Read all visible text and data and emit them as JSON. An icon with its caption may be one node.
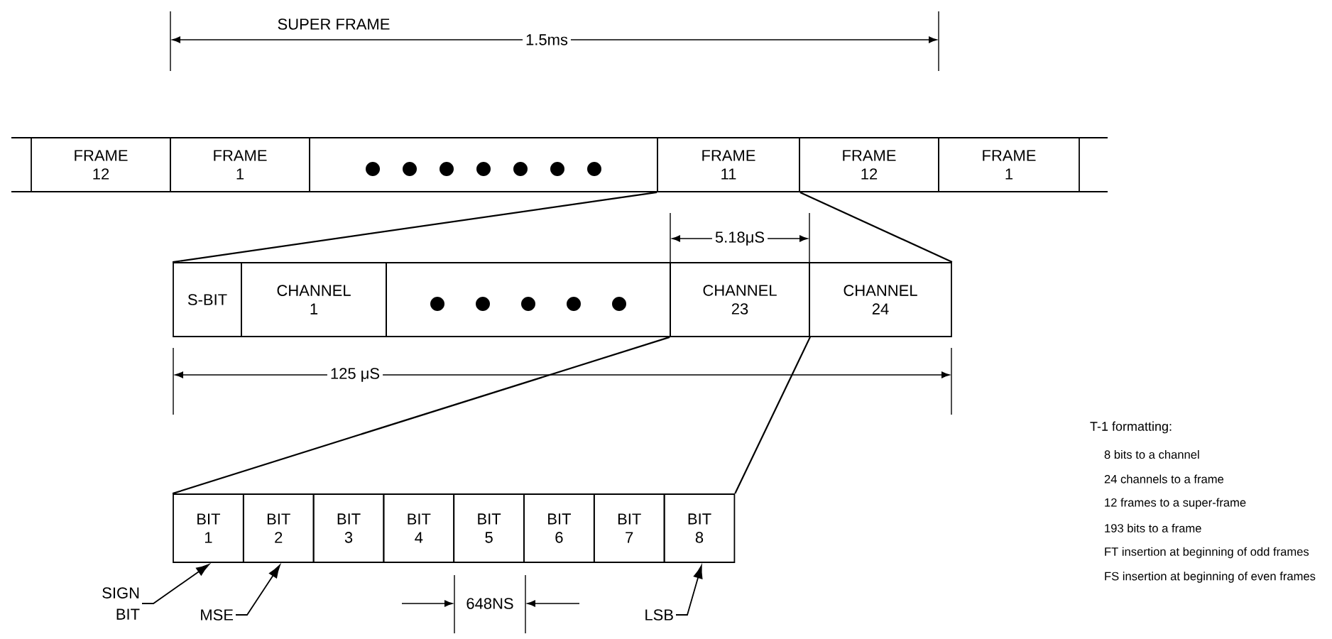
{
  "diagram": {
    "nodes": [
      {
        "text": [
          "FRAME 12"
        ]
      },
      {
        "text": [
          "FRAME 1"
        ]
      },
      {
        "text": [],
        "shape": "box"
      },
      {
        "text": [
          "FRAME 11"
        ]
      },
      {
        "text": [
          "FRAME 12"
        ]
      },
      {
        "text": [
          "FRAME 1"
        ]
      },
      {
        "text": [
          "S-BIT"
        ]
      },
      {
        "text": [
          "CHANNEL 1"
        ]
      },
      {
        "text": [],
        "shape": "box"
      },
      {
        "text": [
          "CHANNEL 23"
        ]
      },
      {
        "text": [
          "CHANNEL 24"
        ]
      },
      {
        "text": [
          "BIT 1"
        ]
      },
      {
        "text": [
          "BIT 2"
        ]
      },
      {
        "text": [
          "BIT 3"
        ]
      },
      {
        "text": [
          "BIT 4"
        ]
      },
      {
        "text": [
          "BIT 5"
        ]
      },
      {
        "text": [
          "BIT 6"
        ]
      },
      {
        "text": [
          "BIT 7"
        ]
      },
      {
        "text": [
          "BIT 8"
        ]
      },
      {
        "text": [
          "SIGN BIT"
        ]
      },
      {
        "text": [
          "MSE"
        ]
      },
      {
        "text": [
          "LSB"
        ]
      }
    ],
    "edges": [
      {
        "from": 3,
        "to": 6,
        "arrow": "none"
      },
      {
        "from": 3,
        "to": 10,
        "arrow": "none"
      },
      {
        "from": 9,
        "to": 11,
        "arrow": "none"
      },
      {
        "from": 9,
        "to": 18,
        "arrow": "none"
      },
      {
        "from": 19,
        "to": 11,
        "arrow": "to"
      },
      {
        "from": 20,
        "to": 12,
        "arrow": "to"
      },
      {
        "from": 21,
        "to": 18,
        "arrow": "to"
      }
    ],
    "labels": [
      "SUPER FRAME",
      "1.5ms",
      "5.18μS",
      "125 μS",
      "648NS",
      "T-1 formatting:",
      "8 bits to a channel",
      "24 channels to a frame",
      "12 frames to a super-frame",
      "193 bits to a frame",
      "FT insertion at beginning of odd frames",
      "FS insertion at beginning of even frames"
    ]
  }
}
